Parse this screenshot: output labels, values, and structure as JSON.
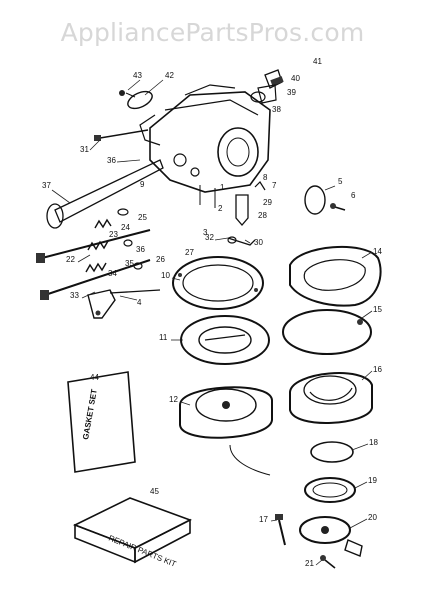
{
  "watermark": "AppliancePartsPros.com",
  "callouts": {
    "c1": "1",
    "c2": "2",
    "c3": "3",
    "c4": "4",
    "c5": "5",
    "c6": "6",
    "c7": "7",
    "c8": "8",
    "c9": "9",
    "c10": "10",
    "c11": "11",
    "c12": "12",
    "c14": "14",
    "c15": "15",
    "c16": "16",
    "c17": "17",
    "c18": "18",
    "c19": "19",
    "c20": "20",
    "c21": "21",
    "c22": "22",
    "c23": "23",
    "c24": "24",
    "c25": "25",
    "c26": "26",
    "c27": "27",
    "c28": "28",
    "c29": "29",
    "c30": "30",
    "c31": "31",
    "c32": "32",
    "c33": "33",
    "c34": "34",
    "c35": "35",
    "c36": "36",
    "c37": "37",
    "c38": "38",
    "c39": "39",
    "c40": "40",
    "c41": "41",
    "c42": "42",
    "c43": "43",
    "c44": "44",
    "c45": "45"
  },
  "gasket_set_label": "GASKET SET",
  "repair_kit_label": "REPAIR PARTS KIT"
}
